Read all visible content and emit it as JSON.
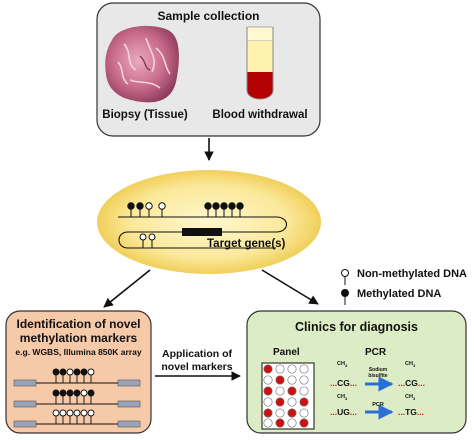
{
  "sample_collection": {
    "title": "Sample collection",
    "biopsy_label": "Biopsy (Tissue)",
    "blood_label": "Blood withdrawal"
  },
  "target": {
    "label": "Target gene(s)"
  },
  "legend": {
    "non_methylated": "Non-methylated DNA",
    "methylated": "Methylated DNA"
  },
  "identification": {
    "title_line1": "Identification of novel",
    "title_line2": "methylation markers",
    "subtitle": "e.g. WGBS, Illumina 850K array"
  },
  "application": {
    "line1": "Application of",
    "line2": "novel markers"
  },
  "clinics": {
    "title": "Clinics for diagnosis",
    "panel_label": "Panel",
    "pcr_label": "PCR",
    "bisulfite_line1": "Sodium",
    "bisulfite_line2": "bisulfite",
    "pcr_arrow_label": "PCR",
    "ch3": "CH",
    "ch3_sub": "3",
    "seq_cg": "CG",
    "seq_ug": "UG",
    "seq_tg": "TG",
    "dots": "..."
  },
  "colors": {
    "top_box": "#e8e8e8",
    "ellipse_center": "#fff6c4",
    "ellipse_edge": "#f0cf5a",
    "left_box": "#f6c9a8",
    "right_box": "#dcecc4",
    "methyl_red": "#cc1111",
    "arrow_blue": "#2a6fd6",
    "gene_bar": "#9aa3b8",
    "tissue": "#c86a8a",
    "blood": "#b30000"
  }
}
